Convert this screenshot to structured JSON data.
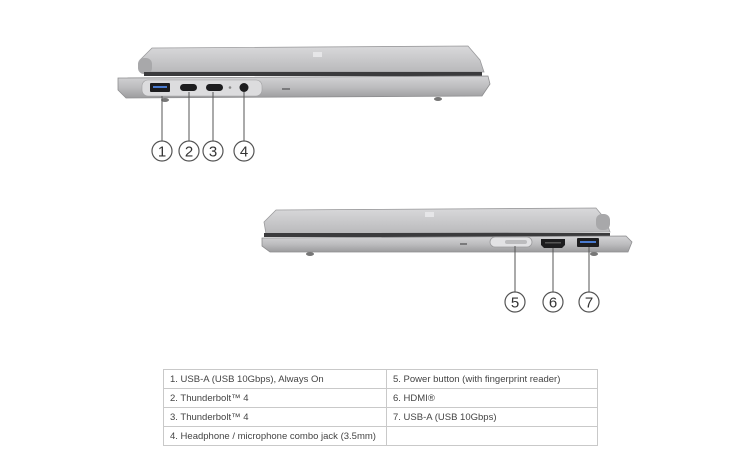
{
  "callouts": [
    "1",
    "2",
    "3",
    "4",
    "5",
    "6",
    "7"
  ],
  "legend": {
    "rows": [
      [
        "1.   USB-A (USB 10Gbps), Always On",
        "5.   Power button (with fingerprint reader)"
      ],
      [
        "2.   Thunderbolt™ 4",
        "6.   HDMI®"
      ],
      [
        "3.   Thunderbolt™ 4",
        "7.   USB-A (USB 10Gbps)"
      ],
      [
        "4.   Headphone / microphone combo jack (3.5mm)",
        ""
      ]
    ]
  },
  "colors": {
    "chassis_light": "#c7c7c9",
    "chassis_mid": "#a9a9ab",
    "chassis_dark": "#8a8a8c",
    "port_black": "#1d1d1f",
    "callout_line": "#555555",
    "table_border": "#c9c9c9"
  }
}
